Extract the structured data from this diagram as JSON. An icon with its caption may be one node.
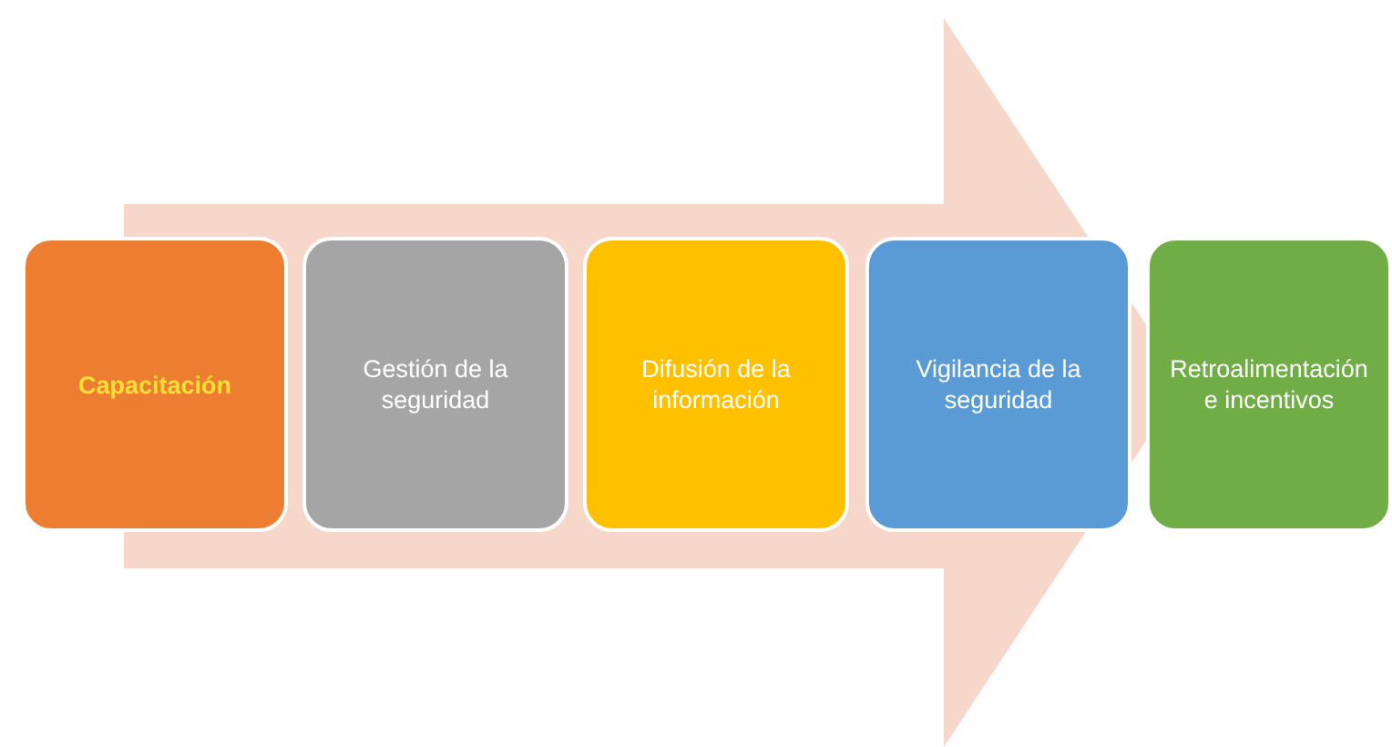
{
  "diagram": {
    "nodes": [
      {
        "text": [
          "Capacitación"
        ]
      },
      {
        "text": [
          "Gestión de la seguridad"
        ]
      },
      {
        "text": [
          "Difusión de la información"
        ]
      },
      {
        "text": [
          "Vigilancia de la seguridad"
        ]
      },
      {
        "text": [
          "Retroalimentación e incentivos"
        ]
      }
    ],
    "edges": [
      {
        "from": 0,
        "to": 4,
        "arrow": "to"
      }
    ]
  }
}
